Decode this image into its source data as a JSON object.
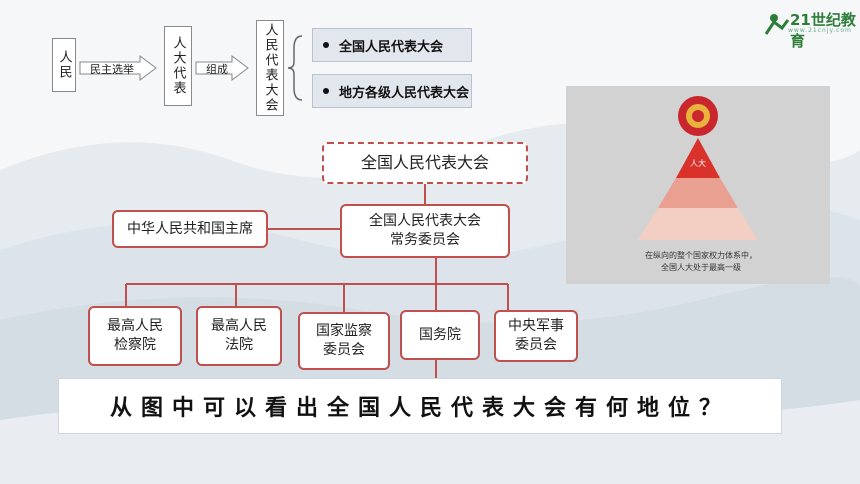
{
  "top_chain": {
    "people": "人民",
    "elect_label": "民主选举",
    "deputies": "人大代表",
    "form_label": "组成",
    "congress": "人民代表大会",
    "levels": [
      "全国人民代表大会",
      "地方各级人民代表大会"
    ]
  },
  "org_chart": {
    "top": "全国人民代表大会",
    "standing": "全国人民代表大会\n常务委员会",
    "president": "中华人民共和国主席",
    "children": [
      "最高人民\n检察院",
      "最高人民\n法院",
      "国家监察\n委员会",
      "国务院",
      "中央军事\n委员会"
    ]
  },
  "photo": {
    "pyramid_label": "人大",
    "caption_line1": "在纵向的整个国家权力体系中，",
    "caption_line2": "全国人大处于最高一级"
  },
  "question": "从图中可以看出全国人民代表大会有何地位？",
  "logo": {
    "brand": "21世纪教育",
    "site": "www.21cnjy.com"
  },
  "colors": {
    "accent_red": "#c0504d",
    "pyramid_top": "#d9322b",
    "logo_green": "#2f7d3a"
  }
}
